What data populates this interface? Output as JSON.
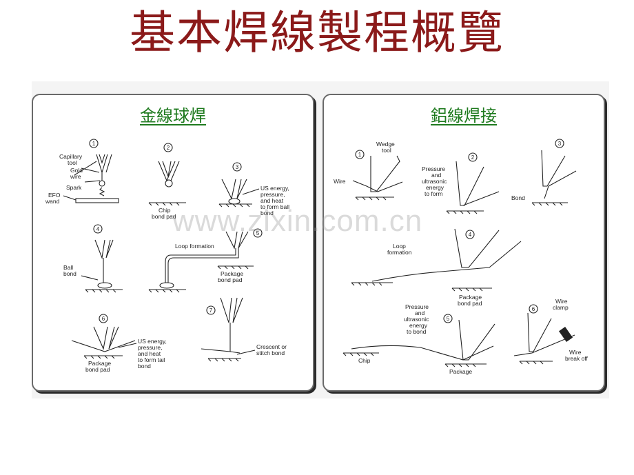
{
  "title": "基本焊線製程概覽",
  "watermark": "www.zixin.com.cn",
  "left_panel": {
    "heading": "金線球焊",
    "steps": [
      "1",
      "2",
      "3",
      "4",
      "5",
      "6",
      "7"
    ],
    "labels": {
      "capillary_1": "Capillary",
      "capillary_2": "tool",
      "gold_1": "Gold",
      "gold_2": "wire",
      "spark": "Spark",
      "efo_1": "EFO",
      "efo_2": "wand",
      "chip_1": "Chip",
      "chip_2": "bond pad",
      "us3_1": "US energy,",
      "us3_2": "pressure,",
      "us3_3": "and heat",
      "us3_4": "to form ball",
      "us3_5": "bond",
      "ball_1": "Ball",
      "ball_2": "bond",
      "loop": "Loop formation",
      "pkg5_1": "Package",
      "pkg5_2": "bond pad",
      "us6_1": "US energy,",
      "us6_2": "pressure,",
      "us6_3": "and heat",
      "us6_4": "to form tail",
      "us6_5": "bond",
      "pkg6_1": "Package",
      "pkg6_2": "bond pad",
      "crescent_1": "Crescent or",
      "crescent_2": "stitch bond"
    }
  },
  "right_panel": {
    "heading": "鋁線焊接",
    "steps": [
      "1",
      "2",
      "3",
      "4",
      "5",
      "6"
    ],
    "labels": {
      "wedge_1": "Wedge",
      "wedge_2": "tool",
      "wire": "Wire",
      "p2_1": "Pressure",
      "p2_2": "and",
      "p2_3": "ultrasonic",
      "p2_4": "energy",
      "p2_5": "to form",
      "bond": "Bond",
      "loop_1": "Loop",
      "loop_2": "formation",
      "pkg4_1": "Package",
      "pkg4_2": "bond pad",
      "p5_1": "Pressure",
      "p5_2": "and",
      "p5_3": "ultrasonic",
      "p5_4": "energy",
      "p5_5": "to bond",
      "chip": "Chip",
      "package": "Package",
      "clamp_1": "Wire",
      "clamp_2": "clamp",
      "break_1": "Wire",
      "break_2": "break off"
    }
  }
}
